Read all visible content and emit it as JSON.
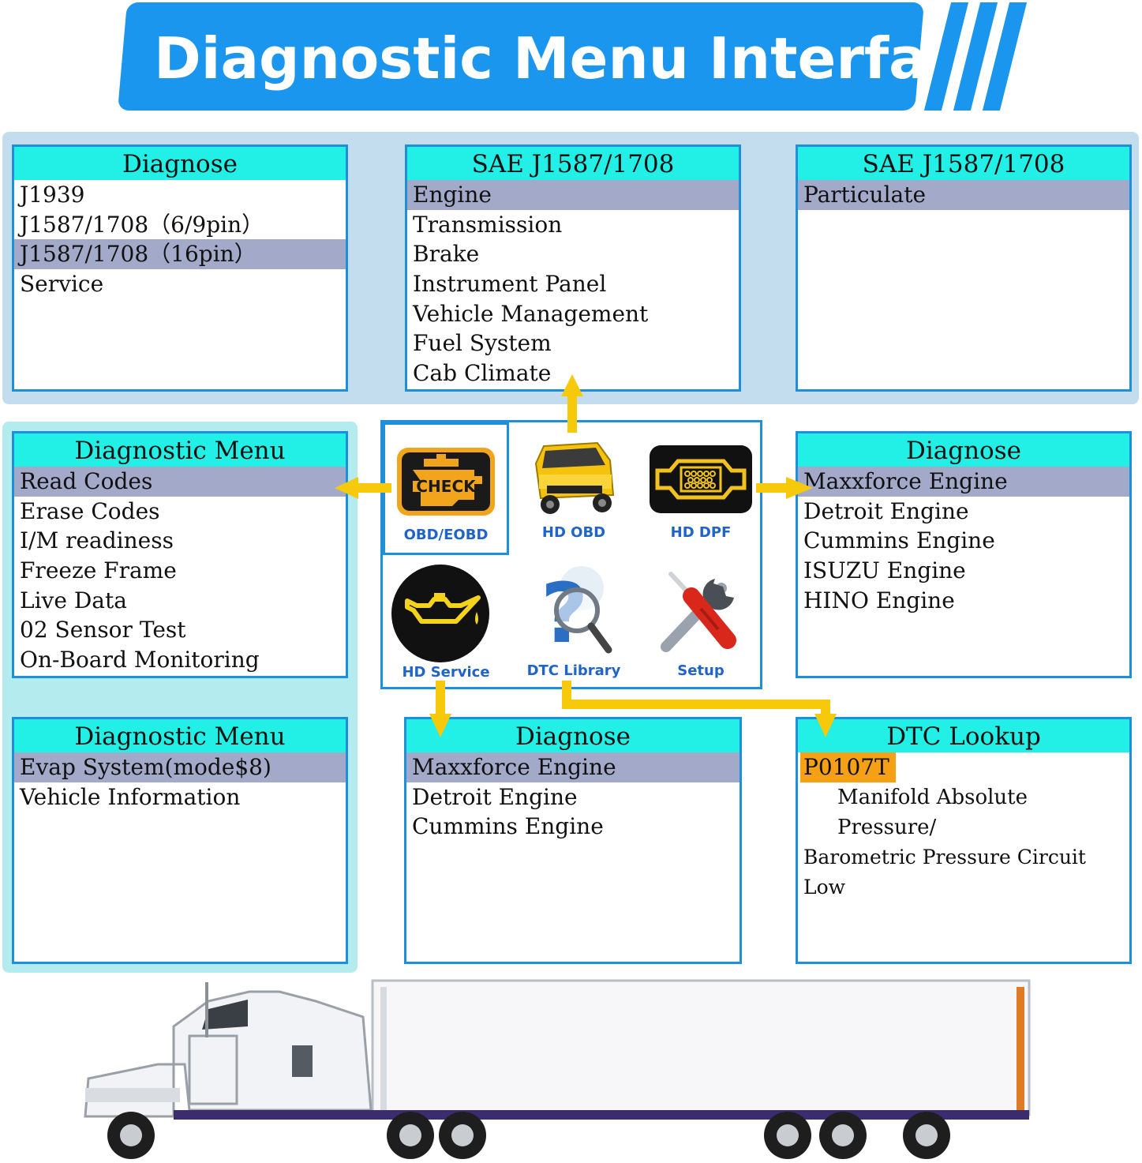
{
  "title": "Diagnostic Menu Interface",
  "panels": {
    "diagnose_protocols": {
      "header": "Diagnose",
      "items": [
        "J1939",
        "J1587/1708（6/9pin）",
        "J1587/1708（16pin）",
        "Service"
      ]
    },
    "sae_systems": {
      "header": "SAE J1587/1708",
      "items": [
        "Engine",
        "Transmission",
        "Brake",
        "Instrument Panel",
        "Vehicle Management",
        "Fuel System",
        "Cab Climate"
      ]
    },
    "sae_particulate": {
      "header": "SAE J1587/1708",
      "items": [
        "Particulate"
      ]
    },
    "diag_menu_1": {
      "header": "Diagnostic Menu",
      "items": [
        "Read Codes",
        "Erase Codes",
        "I/M readiness",
        "Freeze Frame",
        "Live Data",
        "02 Sensor Test",
        "On-Board Monitoring"
      ]
    },
    "diagnose_engines_5": {
      "header": "Diagnose",
      "items": [
        "Maxxforce Engine",
        "Detroit Engine",
        "Cummins Engine",
        "ISUZU Engine",
        "HINO Engine"
      ]
    },
    "diag_menu_2": {
      "header": "Diagnostic Menu",
      "items": [
        "Evap System(mode$8)",
        "Vehicle Information"
      ]
    },
    "diagnose_engines_3": {
      "header": "Diagnose",
      "items": [
        "Maxxforce Engine",
        "Detroit Engine",
        "Cummins Engine"
      ]
    },
    "dtc_lookup": {
      "header": "DTC Lookup",
      "code": "P0107T",
      "desc_line1": "Manifold Absolute Pressure/",
      "desc_line2": "Barometric Pressure Circuit Low"
    }
  },
  "hub": {
    "tiles": [
      {
        "label": "OBD/EOBD",
        "icon": "check-engine-icon",
        "badge": "CHECK"
      },
      {
        "label": "HD OBD",
        "icon": "truck-icon"
      },
      {
        "label": "HD DPF",
        "icon": "dpf-filter-icon"
      },
      {
        "label": "HD Service",
        "icon": "oil-can-icon"
      },
      {
        "label": "DTC Library",
        "icon": "question-magnifier-icon"
      },
      {
        "label": "Setup",
        "icon": "wrench-screwdriver-icon"
      }
    ]
  },
  "colors": {
    "banner": "#1b96ef",
    "header": "#22f0e6",
    "selected_row": "#a2a9c9",
    "arrow": "#f7c90b",
    "code_badge": "#f5a015",
    "caption": "#1f64c6"
  }
}
